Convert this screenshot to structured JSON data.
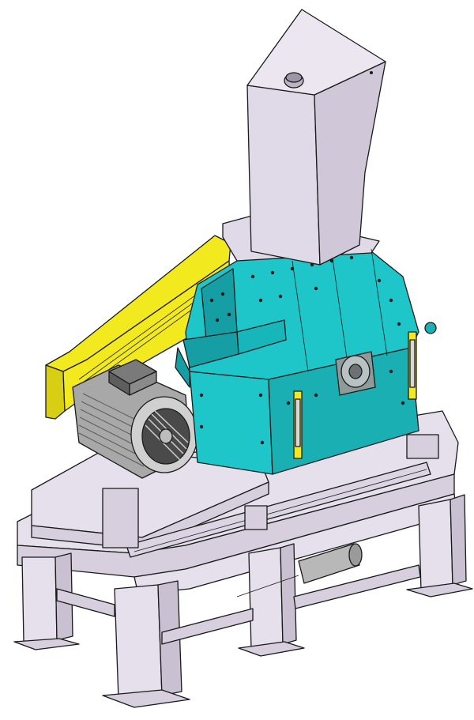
{
  "image": {
    "colors": {
      "background": "#ffffff",
      "frame": "#e6dfec",
      "frame_shadow": "#c9c0d1",
      "hopper": "#e0d9e7",
      "crusher": "#1fc6c9",
      "crusher_dark": "#159ea3",
      "belt_guard": "#f2ea1e",
      "belt_guard_dark": "#c9bf10",
      "motor": "#b8b8b8",
      "motor_dark": "#6c6c6c",
      "outline": "#1a1a1a"
    },
    "components": [
      "feed-hopper",
      "hammer-crusher-housing",
      "belt-guard",
      "electric-motor",
      "support-frame",
      "hydraulic-cylinder"
    ]
  }
}
